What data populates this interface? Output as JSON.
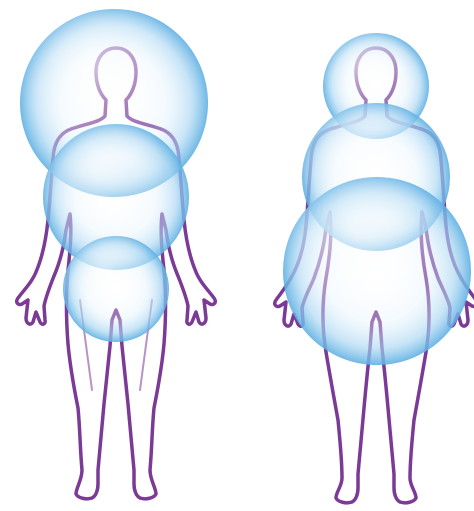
{
  "illustration": {
    "figures": [
      {
        "icon": "human-silhouette-icon",
        "bubbles": [
          "head",
          "chest",
          "hips"
        ]
      },
      {
        "icon": "human-silhouette-icon",
        "bubbles": [
          "head",
          "chest",
          "hips"
        ]
      }
    ],
    "colors": {
      "outline": "#7b3a95",
      "bubble_center": "#ffffff",
      "bubble_mid": "#cde8f7",
      "bubble_edge": "#5fb0e3",
      "background": "#ffffff"
    }
  }
}
